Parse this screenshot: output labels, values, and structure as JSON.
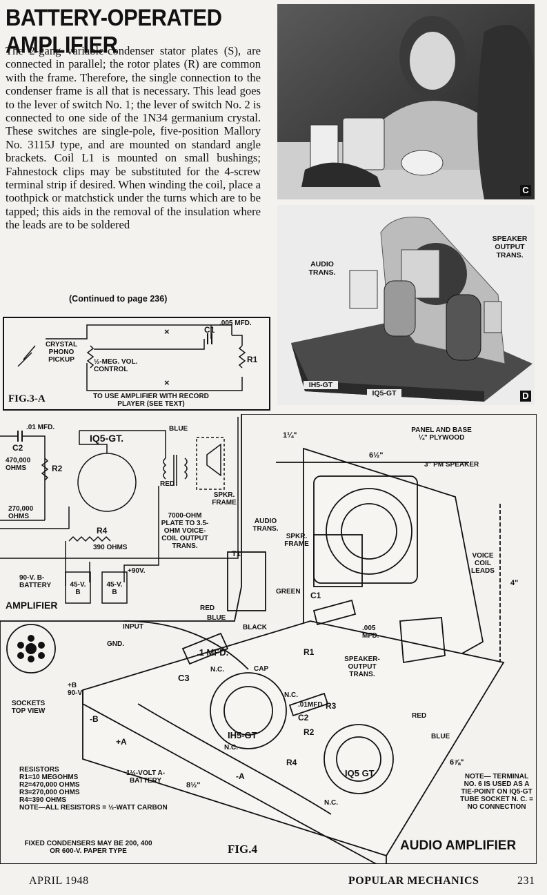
{
  "article": {
    "title": "BATTERY-OPERATED AMPLIFIER",
    "body": "The 2-gang variable-condenser stator plates (S), are connected in parallel; the rotor plates (R) are common with the frame. Therefore, the single connection to the condenser frame is all that is necessary. This lead goes to the lever of switch No. 1; the lever of switch No. 2 is connected to one side of the 1N34 germanium crystal. These switches are single-pole, five-position Mallory No. 3115J type, and are mounted on standard angle brackets. Coil L1 is mounted on small bushings; Fahnestock clips may be substituted for the 4-screw terminal strip if desired. When winding the coil, place a toothpick or matchstick under the turns which are to be tapped; this aids in the removal of the insulation where the leads are to be soldered",
    "continued": "(Continued to page 236)"
  },
  "photo_c": {
    "tag": "C"
  },
  "photo_d": {
    "tag": "D",
    "labels": {
      "speaker_output": "SPEAKER OUTPUT TRANS.",
      "audio_trans": "AUDIO TRANS.",
      "tube1": "IH5-GT",
      "tube2": "IQ5-GT"
    }
  },
  "fig3a": {
    "label": "FIG.3-A",
    "crystal": "CRYSTAL PHONO PICKUP",
    "control": "½-MEG. VOL. CONTROL",
    "use_note": "TO USE AMPLIFIER WITH RECORD PLAYER (SEE TEXT)",
    "c1": "C1",
    "c1_value": ".005 MFD.",
    "r1": "R1",
    "x1": "×",
    "x2": "×"
  },
  "schematic": {
    "c2_value": ".01 MFD.",
    "c2": "C2",
    "tube": "IQ5-GT.",
    "r2_value": "470,000 OHMS",
    "r2": "R2",
    "r3_value": "270,000 OHMS",
    "blue": "BLUE",
    "red": "RED",
    "transformer": "7000-OHM PLATE TO 3.5-OHM VOICE-COIL OUTPUT TRANS.",
    "spkr_frame": "SPKR. FRAME",
    "r4": "R4",
    "r4_value": "390 OHMS",
    "b_battery": "90-V. B-BATTERY",
    "plus90": "+90V.",
    "bat1": "45-V. B",
    "bat2": "45-V. B",
    "section": "AMPLIFIER"
  },
  "fig4": {
    "label": "FIG.4",
    "title": "AUDIO AMPLIFIER",
    "panel": "PANEL AND BASE ¼\" PLYWOOD",
    "speaker": "3\" PM SPEAKER",
    "dim_1q": "1¼\"",
    "dim_6h": "6½\"",
    "dim_4": "4\"",
    "dim_6t": "6⅞\"",
    "dim_8h": "8½\"",
    "audio_trans": "AUDIO TRANS.",
    "t1": "T1",
    "spkr_frame": "SPKR. FRAME",
    "voice_coil": "VOICE COIL LEADS",
    "green": "GREEN",
    "red": "RED",
    "blue": "BLUE",
    "black": "BLACK",
    "c1": "C1",
    "c1_value": ".005 MFD.",
    "input": "INPUT",
    "gnd": "GND.",
    "c3_value": ".1 MFD.",
    "c3": "C3",
    "r1": "R1",
    "speaker_output": "SPEAKER-OUTPUT TRANS.",
    "nc": "N.C.",
    "cap": "CAP",
    "r3": "R3",
    "c2_value": ".01MFD",
    "c2": "C2",
    "r2": "R2",
    "r4": "R4",
    "tube1": "IH5-GT",
    "tube2": "IQ5 GT",
    "plus_b": "+B 90-V.",
    "minus_b": "-B",
    "plus_a": "+A",
    "minus_a": "-A",
    "a_battery": "1½-VOLT A-BATTERY",
    "sockets": "SOCKETS TOP VIEW",
    "resistors": "RESISTORS\nR1=10 MEGOHMS\nR2=470,000 OHMS\nR3=270,000 OHMS\nR4=390 OHMS\nNOTE—ALL RESISTORS = ½-WATT CARBON",
    "condensers": "FIXED CONDENSERS MAY BE 200, 400 OR 600-V. PAPER TYPE",
    "note": "NOTE— TERMINAL NO. 6 IS USED AS A TIE-POINT ON IQ5-GT TUBE SOCKET N. C. = NO CONNECTION"
  },
  "footer": {
    "date": "APRIL 1948",
    "magazine": "POPULAR MECHANICS",
    "page": "231"
  }
}
